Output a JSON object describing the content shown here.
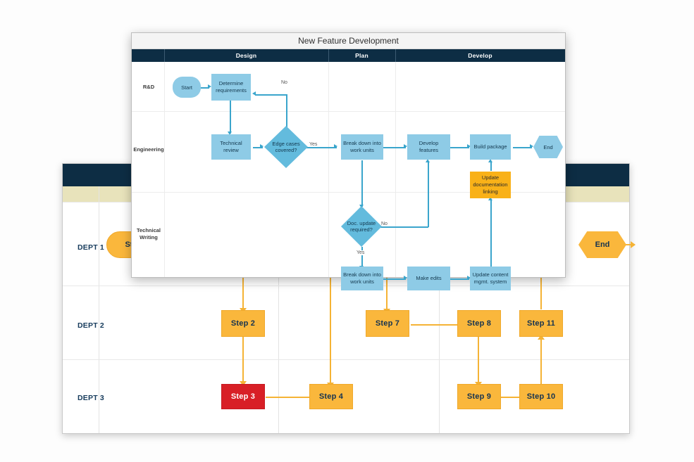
{
  "background_diagram": {
    "name": "departmental-swimlane-flowchart",
    "lanes": [
      {
        "label": "DEPT 1"
      },
      {
        "label": "DEPT 2"
      },
      {
        "label": "DEPT 3"
      }
    ],
    "nodes": [
      {
        "id": "start",
        "label": "Start",
        "shape": "pill",
        "color": "#fab73c"
      },
      {
        "id": "step2",
        "label": "Step 2",
        "shape": "rect",
        "color": "#fab73c"
      },
      {
        "id": "step3",
        "label": "Step 3",
        "shape": "rect",
        "color": "#d81f26"
      },
      {
        "id": "step4",
        "label": "Step 4",
        "shape": "rect",
        "color": "#fab73c"
      },
      {
        "id": "step7",
        "label": "Step 7",
        "shape": "rect",
        "color": "#fab73c"
      },
      {
        "id": "step8",
        "label": "Step 8",
        "shape": "rect",
        "color": "#fab73c"
      },
      {
        "id": "step9",
        "label": "Step 9",
        "shape": "rect",
        "color": "#fab73c"
      },
      {
        "id": "step10",
        "label": "Step 10",
        "shape": "rect",
        "color": "#fab73c"
      },
      {
        "id": "step11",
        "label": "Step 11",
        "shape": "rect",
        "color": "#fab73c"
      },
      {
        "id": "end",
        "label": "End",
        "shape": "hexagon",
        "color": "#fab73c"
      }
    ],
    "colors": {
      "header_dark": "#0d2d44",
      "header_beige": "#e8e3bb",
      "accent": "#fab73c",
      "danger": "#d81f26",
      "connector": "#f5b335",
      "lane_label_text": "#153a5b"
    }
  },
  "front_panel": {
    "title": "New Feature Development",
    "columns": [
      {
        "label": "Design"
      },
      {
        "label": "Plan"
      },
      {
        "label": "Develop"
      }
    ],
    "lanes": [
      {
        "label": "R&D"
      },
      {
        "label": "Engineering"
      },
      {
        "label": "Technical\nWriting",
        "line1": "Technical",
        "line2": "Writing"
      }
    ],
    "nodes": [
      {
        "id": "start",
        "label": "Start",
        "shape": "pill",
        "lane": "R&D",
        "column": "Design",
        "color": "#8ecbe6"
      },
      {
        "id": "determine",
        "label": "Determine requirements",
        "shape": "rect",
        "lane": "R&D",
        "column": "Design",
        "color": "#8ecbe6"
      },
      {
        "id": "techrev",
        "label": "Technical review",
        "shape": "rect",
        "lane": "Engineering",
        "column": "Design",
        "color": "#8ecbe6"
      },
      {
        "id": "edge",
        "label": "Edge cases covered?",
        "shape": "diamond",
        "lane": "Engineering",
        "column": "Design",
        "color": "#63bbdd"
      },
      {
        "id": "bdwu1",
        "label": "Break down into work units",
        "shape": "rect",
        "lane": "Engineering",
        "column": "Plan",
        "color": "#8ecbe6"
      },
      {
        "id": "devfeat",
        "label": "Develop features",
        "shape": "rect",
        "lane": "Engineering",
        "column": "Develop",
        "color": "#8ecbe6"
      },
      {
        "id": "buildpkg",
        "label": "Build package",
        "shape": "rect",
        "lane": "Engineering",
        "column": "Develop",
        "color": "#8ecbe6"
      },
      {
        "id": "end",
        "label": "End",
        "shape": "hexagon",
        "lane": "Engineering",
        "column": "Develop",
        "color": "#8ecbe6"
      },
      {
        "id": "updoc",
        "label": "Update documentation linking",
        "shape": "rect",
        "lane": "Engineering",
        "column": "Develop",
        "color": "#f9b118"
      },
      {
        "id": "docupd",
        "label": "Doc. update required?",
        "shape": "diamond",
        "lane": "Technical Writing",
        "column": "Plan",
        "color": "#63bbdd"
      },
      {
        "id": "bdwu2",
        "label": "Break down into work units",
        "shape": "rect",
        "lane": "Technical Writing",
        "column": "Plan",
        "color": "#8ecbe6"
      },
      {
        "id": "makeedits",
        "label": "Make edits",
        "shape": "rect",
        "lane": "Technical Writing",
        "column": "Develop",
        "color": "#8ecbe6"
      },
      {
        "id": "updcms",
        "label": "Update content mgmt. system",
        "shape": "rect",
        "lane": "Technical Writing",
        "column": "Develop",
        "color": "#8ecbe6"
      }
    ],
    "node_text": {
      "start": "Start",
      "determine_l1": "Determine",
      "determine_l2": "requirements",
      "techrev_l1": "Technical",
      "techrev_l2": "review",
      "edge_l1": "Edge cases",
      "edge_l2": "covered?",
      "bdwu1_l1": "Break down into",
      "bdwu1_l2": "work units",
      "devfeat": "Develop features",
      "buildpkg": "Build package",
      "end": "End",
      "updoc_l1": "Update",
      "updoc_l2": "documentation",
      "updoc_l3": "linking",
      "docupd_l1": "Doc. update",
      "docupd_l2": "required?",
      "bdwu2_l1": "Break down into",
      "bdwu2_l2": "work units",
      "makeedits": "Make edits",
      "updcms_l1": "Update content",
      "updcms_l2": "mgmt. system"
    },
    "edge_labels": {
      "edge_no": "No",
      "edge_yes": "Yes",
      "doc_no": "No",
      "doc_yes": "Yes"
    },
    "colors": {
      "header_dark": "#0d2d44",
      "title_bar": "#f4f4f4",
      "node_blue": "#8ecbe6",
      "decision_blue": "#63bbdd",
      "highlight_orange": "#f9b118",
      "connector": "#3aa5cc"
    }
  }
}
